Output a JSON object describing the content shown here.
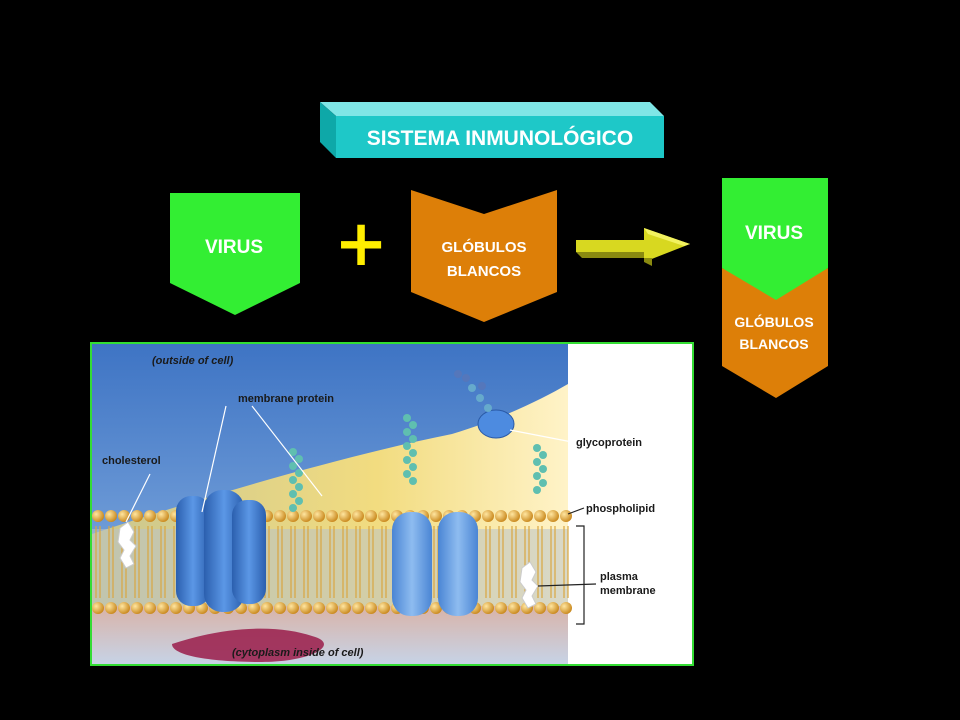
{
  "title": "SISTEMA INMUNOLÓGICO",
  "equation": {
    "left_shape": "VIRUS",
    "operator": "+",
    "right_shape": [
      "GLÓBULOS",
      "BLANCOS"
    ],
    "arrow": "arrow-right-icon"
  },
  "result": {
    "top": "VIRUS",
    "bottom": [
      "GLÓBULOS",
      "BLANCOS"
    ]
  },
  "membrane_figure": {
    "labels": {
      "outside": "(outside of cell)",
      "membrane_protein": "membrane protein",
      "cholesterol": "cholesterol",
      "glycoprotein": "glycoprotein",
      "phospholipid": "phospholipid",
      "plasma_membrane": [
        "plasma",
        "membrane"
      ],
      "inside": "(cytoplasm inside of cell)"
    }
  },
  "colors": {
    "title_teal": "#1ec8c8",
    "virus_green": "#33ee33",
    "globulos_orange": "#dd7f08",
    "plus_yellow": "#ffee00",
    "arrow_yellow": "#d8d820",
    "figure_border": "#33dd33",
    "membrane_blue": "#3a78d0"
  }
}
